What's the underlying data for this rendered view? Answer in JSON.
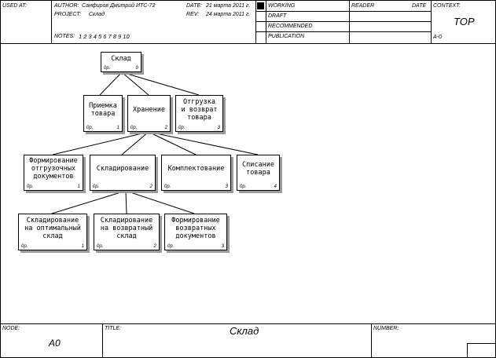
{
  "header": {
    "used_at_label": "USED AT:",
    "author_label": "AUTHOR:",
    "author_value": "Санфиров Дмитрий ИТС-72",
    "project_label": "PROJECT:",
    "project_value": "Склад",
    "date_label": "DATE:",
    "date_value": "21 марта 2011 г.",
    "rev_label": "REV:",
    "rev_value": "24 марта 2011 г.",
    "notes_label": "NOTES:",
    "notes_value": "1 2 3 4 5 6 7 8 9 10",
    "status": [
      "WORKING",
      "DRAFT",
      "RECOMMENDED",
      "PUBLICATION"
    ],
    "reader_label": "READER",
    "date2_label": "DATE",
    "context_label": "CONTEXT:",
    "context_value": "TOP",
    "context_node": "A-0"
  },
  "footer": {
    "node_label": "NODE:",
    "node_value": "A0",
    "title_label": "TITLE:",
    "title_value": "Склад",
    "number_label": "NUMBER:"
  },
  "diagram": {
    "root": {
      "label": "Склад",
      "cost": "0р.",
      "num": "0"
    },
    "level1": [
      {
        "label": "Приемка\nтовара",
        "cost": "0р.",
        "num": "1"
      },
      {
        "label": "Хранение",
        "cost": "0р.",
        "num": "2"
      },
      {
        "label": "Отгрузка\nи возврат\nтовара",
        "cost": "0р.",
        "num": "3"
      }
    ],
    "level2": [
      {
        "label": "Формирование\nотгрузочных\nдокументов",
        "cost": "0р.",
        "num": "1"
      },
      {
        "label": "Складирование",
        "cost": "0р.",
        "num": "2"
      },
      {
        "label": "Комплектование",
        "cost": "0р.",
        "num": "3"
      },
      {
        "label": "Списание\nтовара",
        "cost": "0р.",
        "num": "4"
      }
    ],
    "level3": [
      {
        "label": "Складирование\nна оптимальный\nсклад",
        "cost": "0р.",
        "num": "1"
      },
      {
        "label": "Складирование\nна возвратный\nсклад",
        "cost": "0р.",
        "num": "2"
      },
      {
        "label": "Формирование\nвозвратных\nдокументов",
        "cost": "0р.",
        "num": "3"
      }
    ]
  }
}
